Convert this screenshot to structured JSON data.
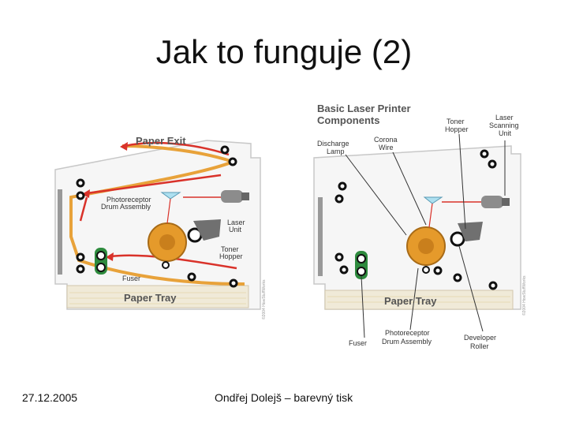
{
  "slide": {
    "title": "Jak to funguje (2)",
    "date": "27.12.2005",
    "footer": "Ondřej Dolejš – barevný tisk"
  },
  "left_diagram": {
    "paper_exit": "Paper Exit",
    "photoreceptor_line1": "Photoreceptor",
    "photoreceptor_line2": "Drum Assembly",
    "laser_line1": "Laser",
    "laser_line2": "Unit",
    "toner_line1": "Toner",
    "toner_line2": "Hopper",
    "fuser": "Fuser",
    "paper_tray": "Paper Tray",
    "copyright": "©2004 HowStuffWorks"
  },
  "right_diagram": {
    "heading_line1": "Basic Laser Printer",
    "heading_line2": "Components",
    "toner_line1": "Toner",
    "toner_line2": "Hopper",
    "laser_line1": "Laser",
    "laser_line2": "Scanning",
    "laser_line3": "Unit",
    "discharge_line1": "Discharge",
    "discharge_line2": "Lamp",
    "corona_line1": "Corona",
    "corona_line2": "Wire",
    "paper_tray": "Paper Tray",
    "fuser": "Fuser",
    "photoreceptor_line1": "Photoreceptor",
    "photoreceptor_line2": "Drum Assembly",
    "developer_line1": "Developer",
    "developer_line2": "Roller",
    "copyright": "©2004 HowStuffWorks"
  },
  "colors": {
    "paper_path": "#e8a23a",
    "arrow_red": "#d9322a",
    "drum": "#e59a2b",
    "fuser": "#2e8b3e",
    "laser": "#808080"
  }
}
